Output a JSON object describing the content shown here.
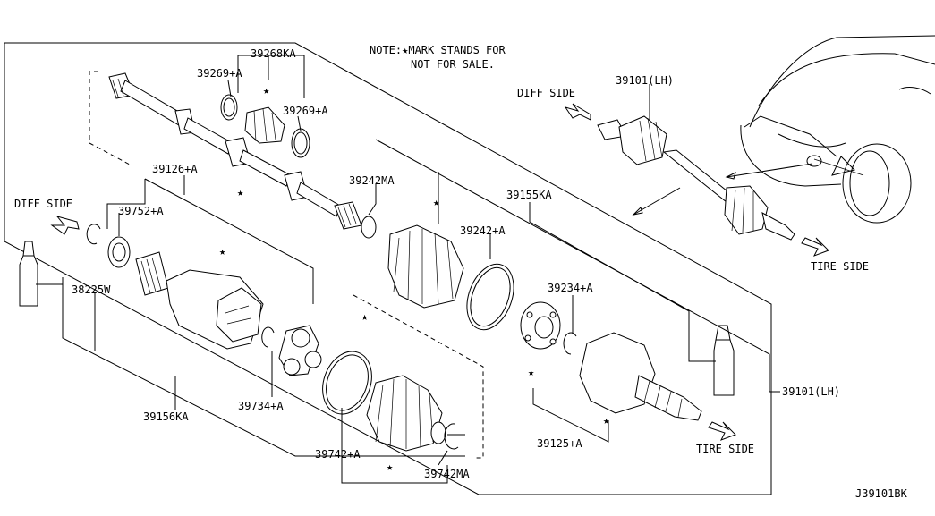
{
  "note": {
    "line1": "NOTE:★MARK STANDS FOR",
    "line2": "NOT FOR SALE."
  },
  "diagram_code": "J39101BK",
  "side_labels": {
    "diff_left": "DIFF SIDE",
    "diff_top": "DIFF SIDE",
    "tire_right": "TIRE SIDE",
    "tire_bottom": "TIRE SIDE"
  },
  "star": "★",
  "parts": {
    "p39268KA": "39268KA",
    "p39269A_left": "39269+A",
    "p39269A_right": "39269+A",
    "p39126A": "39126+A",
    "p39752A": "39752+A",
    "p38225W": "38225W",
    "p39156KA": "39156KA",
    "p39734A": "39734+A",
    "p39242MA": "39242MA",
    "p39242A": "39242+A",
    "p39155KA": "39155KA",
    "p39234A": "39234+A",
    "p39125A": "39125+A",
    "p39742A": "39742+A",
    "p39742MA": "39742MA",
    "p39101LH_top": "39101(LH)",
    "p39101LH_right": "39101(LH)"
  }
}
